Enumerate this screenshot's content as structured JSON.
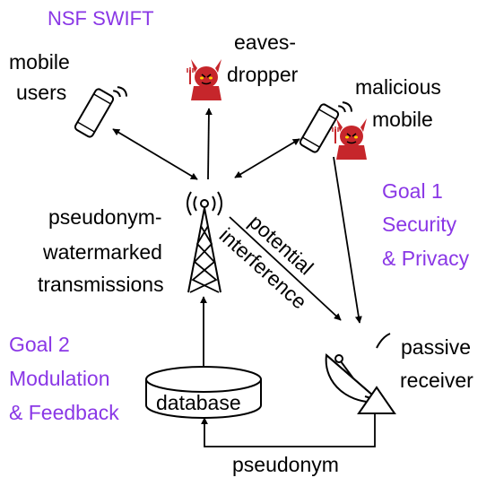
{
  "title": "NSF SWIFT",
  "nodes": {
    "mobile_users": [
      "mobile",
      "users"
    ],
    "eavesdropper": [
      "eaves-",
      "dropper"
    ],
    "malicious_mobile": [
      "malicious",
      "mobile"
    ],
    "tower": [
      "pseudonym-",
      "watermarked",
      "transmissions"
    ],
    "passive_receiver": [
      "passive",
      "receiver"
    ],
    "database": "database"
  },
  "edges": {
    "interference": [
      "potential",
      "interference"
    ],
    "pseudonym": "pseudonym"
  },
  "goals": {
    "goal1": [
      "Goal 1",
      "Security",
      "& Privacy"
    ],
    "goal2": [
      "Goal 2",
      "Modulation",
      "& Feedback"
    ]
  },
  "colors": {
    "accent": "#8a37e6",
    "devil": "#c6262b",
    "line": "#000000"
  },
  "icons": [
    "phone-icon",
    "devil-icon",
    "tower-icon",
    "satellite-dish-icon",
    "database-icon"
  ]
}
